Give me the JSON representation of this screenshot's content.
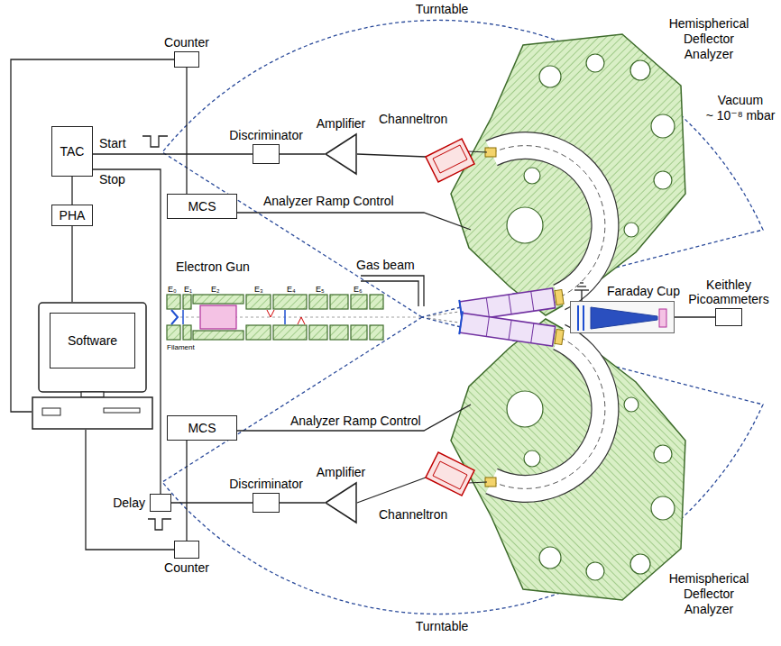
{
  "diagram": {
    "nodes": [
      {
        "text": [
          "Counter"
        ]
      },
      {
        "text": [
          "TAC"
        ]
      },
      {
        "text": [
          "Discriminator"
        ]
      },
      {
        "text": [
          "Amplifier"
        ]
      },
      {
        "text": [
          "Channeltron"
        ]
      },
      {
        "text": [
          "MCS"
        ]
      },
      {
        "text": [
          "PHA"
        ]
      },
      {
        "text": [
          "Software"
        ]
      },
      {
        "text": [
          "Faraday Cup"
        ]
      },
      {
        "text": [
          "Keithley Picoammeters"
        ]
      },
      {
        "text": [
          "MCS"
        ]
      },
      {
        "text": [
          "Delay"
        ]
      },
      {
        "text": [
          "Discriminator"
        ]
      },
      {
        "text": [
          "Amplifier"
        ]
      },
      {
        "text": [
          "Channeltron"
        ]
      },
      {
        "text": [
          "Counter"
        ]
      }
    ],
    "edges": [
      {
        "from": 4,
        "to": 3,
        "arrow": "none"
      },
      {
        "from": 3,
        "to": 2,
        "arrow": "none"
      },
      {
        "from": 2,
        "to": 1,
        "label": "Start",
        "arrow": "none"
      },
      {
        "from": 0,
        "to": 5,
        "arrow": "none"
      },
      {
        "from": 0,
        "to": 7,
        "arrow": "none"
      },
      {
        "from": 1,
        "to": 6,
        "arrow": "none"
      },
      {
        "from": 6,
        "to": 7,
        "arrow": "none"
      },
      {
        "from": 11,
        "to": 1,
        "label": "Stop",
        "arrow": "none"
      },
      {
        "from": 7,
        "to": 15,
        "arrow": "none"
      },
      {
        "from": 10,
        "to": 15,
        "arrow": "none"
      },
      {
        "from": 14,
        "to": 13,
        "arrow": "none"
      },
      {
        "from": 13,
        "to": 12,
        "arrow": "none"
      },
      {
        "from": 12,
        "to": 11,
        "arrow": "none"
      },
      {
        "from": 8,
        "to": 9,
        "arrow": "none"
      }
    ],
    "labels": [
      "Turntable",
      "Hemispherical Deflector Analyzer",
      "Vacuum ~ 10⁻⁸ mbar",
      "Analyzer Ramp Control",
      "Gas beam",
      "Electron Gun",
      "E₀",
      "E₁",
      "E₂",
      "E₃",
      "E₄",
      "E₅",
      "E₆",
      "Filament",
      "Analyzer Ramp Control",
      "Hemispherical Deflector Analyzer",
      "Turntable"
    ]
  }
}
